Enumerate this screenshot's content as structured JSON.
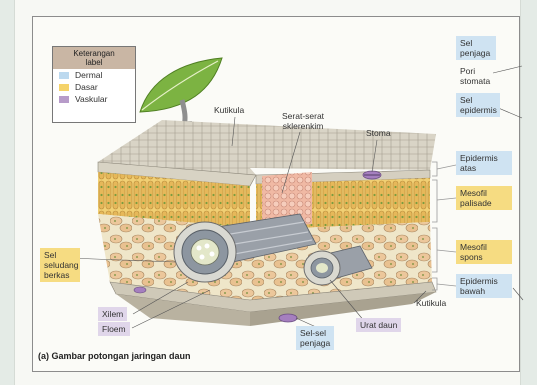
{
  "legend": {
    "title_line1": "Keterangan",
    "title_line2": "label",
    "items": [
      {
        "label": "Dermal",
        "color": "#bcd9ef"
      },
      {
        "label": "Dasar",
        "color": "#f5d36a"
      },
      {
        "label": "Vaskular",
        "color": "#b79bc9"
      }
    ]
  },
  "labels": {
    "kutikula_top": "Kutikula",
    "serat_line1": "Serat-serat",
    "serat_line2": "sklerenkim",
    "stoma": "Stoma",
    "sel_seludang_line1": "Sel",
    "sel_seludang_line2": "seludang",
    "sel_seludang_line3": "berkas",
    "xilem": "Xilem",
    "floem": "Floem",
    "sel_sel_penjaga_line1": "Sel-sel",
    "sel_sel_penjaga_line2": "penjaga",
    "urat_daun": "Urat daun",
    "kutikula_bottom": "Kutikula",
    "sel_penjaga_line1": "Sel",
    "sel_penjaga_line2": "penjaga",
    "pori_line1": "Pori",
    "pori_line2": "stomata",
    "sel_epidermis_line1": "Sel",
    "sel_epidermis_line2": "epidermis",
    "epidermis_atas_line1": "Epidermis",
    "epidermis_atas_line2": "atas",
    "mesofil_palisade_line1": "Mesofil",
    "mesofil_palisade_line2": "palisade",
    "mesofil_spons_line1": "Mesofil",
    "mesofil_spons_line2": "spons",
    "epidermis_bawah_line1": "Epidermis",
    "epidermis_bawah_line2": "bawah"
  },
  "caption": "(a) Gambar potongan jaringan daun"
}
